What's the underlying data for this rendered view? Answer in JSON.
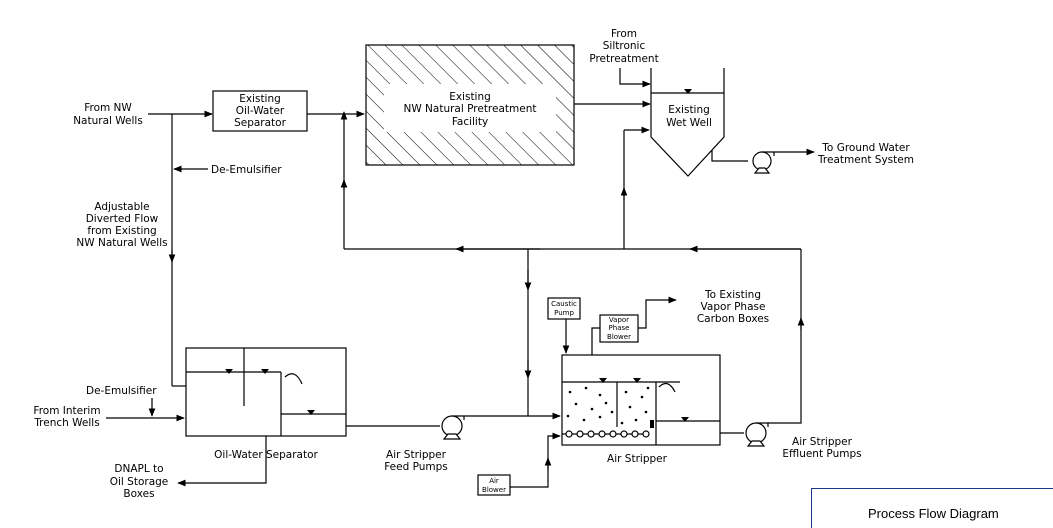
{
  "labels": {
    "from_nw_1": "From NW",
    "from_nw_2": "Natural Wells",
    "oil_water_sep_top_1": "Existing",
    "oil_water_sep_top_2": "Oil-Water",
    "oil_water_sep_top_3": "Separator",
    "pretreatment_1": "Existing",
    "pretreatment_2": "NW Natural Pretreatment",
    "pretreatment_3": "Facility",
    "from_siltronic_1": "From",
    "from_siltronic_2": "Siltronic",
    "from_siltronic_3": "Pretreatment",
    "wet_well_1": "Existing",
    "wet_well_2": "Wet Well",
    "to_gw_1": "To Ground Water",
    "to_gw_2": "Treatment System",
    "de_emulsifier_top": "De-Emulsifier",
    "diverted_1": "Adjustable",
    "diverted_2": "Diverted Flow",
    "diverted_3": "from Existing",
    "diverted_4": "NW Natural Wells",
    "caustic_1": "Caustic",
    "caustic_2": "Pump",
    "vapor_1": "Vapor",
    "vapor_2": "Phase",
    "vapor_3": "Blower",
    "to_vapor_1": "To Existing",
    "to_vapor_2": "Vapor Phase",
    "to_vapor_3": "Carbon Boxes",
    "de_emulsifier_bottom": "De-Emulsifier",
    "from_interim_1": "From Interim",
    "from_interim_2": "Trench Wells",
    "oil_water_sep_bottom": "Oil-Water Separator",
    "feed_pumps_1": "Air Stripper",
    "feed_pumps_2": "Feed Pumps",
    "air_stripper": "Air Stripper",
    "effluent_1": "Air Stripper",
    "effluent_2": "Effluent Pumps",
    "air_blower_1": "Air",
    "air_blower_2": "Blower",
    "dnapl_1": "DNAPL to",
    "dnapl_2": "Oil Storage",
    "dnapl_3": "Boxes"
  },
  "title_block": {
    "title": "Process Flow Diagram"
  }
}
